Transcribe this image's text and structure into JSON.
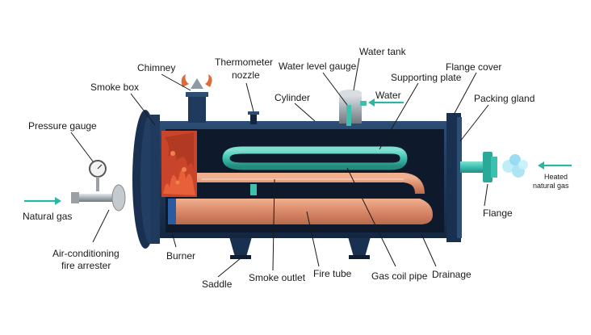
{
  "labels": {
    "chimney": "Chimney",
    "smoke_box": "Smoke box",
    "thermometer_nozzle_1": "Thermometer",
    "thermometer_nozzle_2": "nozzle",
    "cylinder": "Cylinder",
    "water_level_gauge": "Water level gauge",
    "water_tank": "Water tank",
    "water": "Water",
    "supporting_plate": "Supporting plate",
    "flange_cover": "Flange cover",
    "packing_gland": "Packing gland",
    "pressure_gauge": "Pressure gauge",
    "natural_gas": "Natural gas",
    "air_conditioning_1": "Air-conditioning",
    "air_conditioning_2": "fire arrester",
    "burner": "Burner",
    "saddle": "Saddle",
    "smoke_outlet": "Smoke outlet",
    "fire_tube": "Fire tube",
    "gas_coil_pipe": "Gas coil pipe",
    "drainage": "Drainage",
    "flange": "Flange",
    "heated_gas_1": "Heated",
    "heated_gas_2": "natural gas"
  },
  "colors": {
    "shell": "#1f3a5c",
    "shell_dark": "#14263f",
    "shell_inner": "#0e1a2c",
    "water_teal": "#3cc0b0",
    "fire_tube": "#d98868",
    "flame": "#d4502a",
    "steel": "#a8b0b6",
    "arrow": "#2ab6a2",
    "steam": "#8fd8f0"
  },
  "icons": [
    "flame-icon",
    "pressure-gauge-icon",
    "water-tap-icon",
    "steam-cloud-icon"
  ]
}
